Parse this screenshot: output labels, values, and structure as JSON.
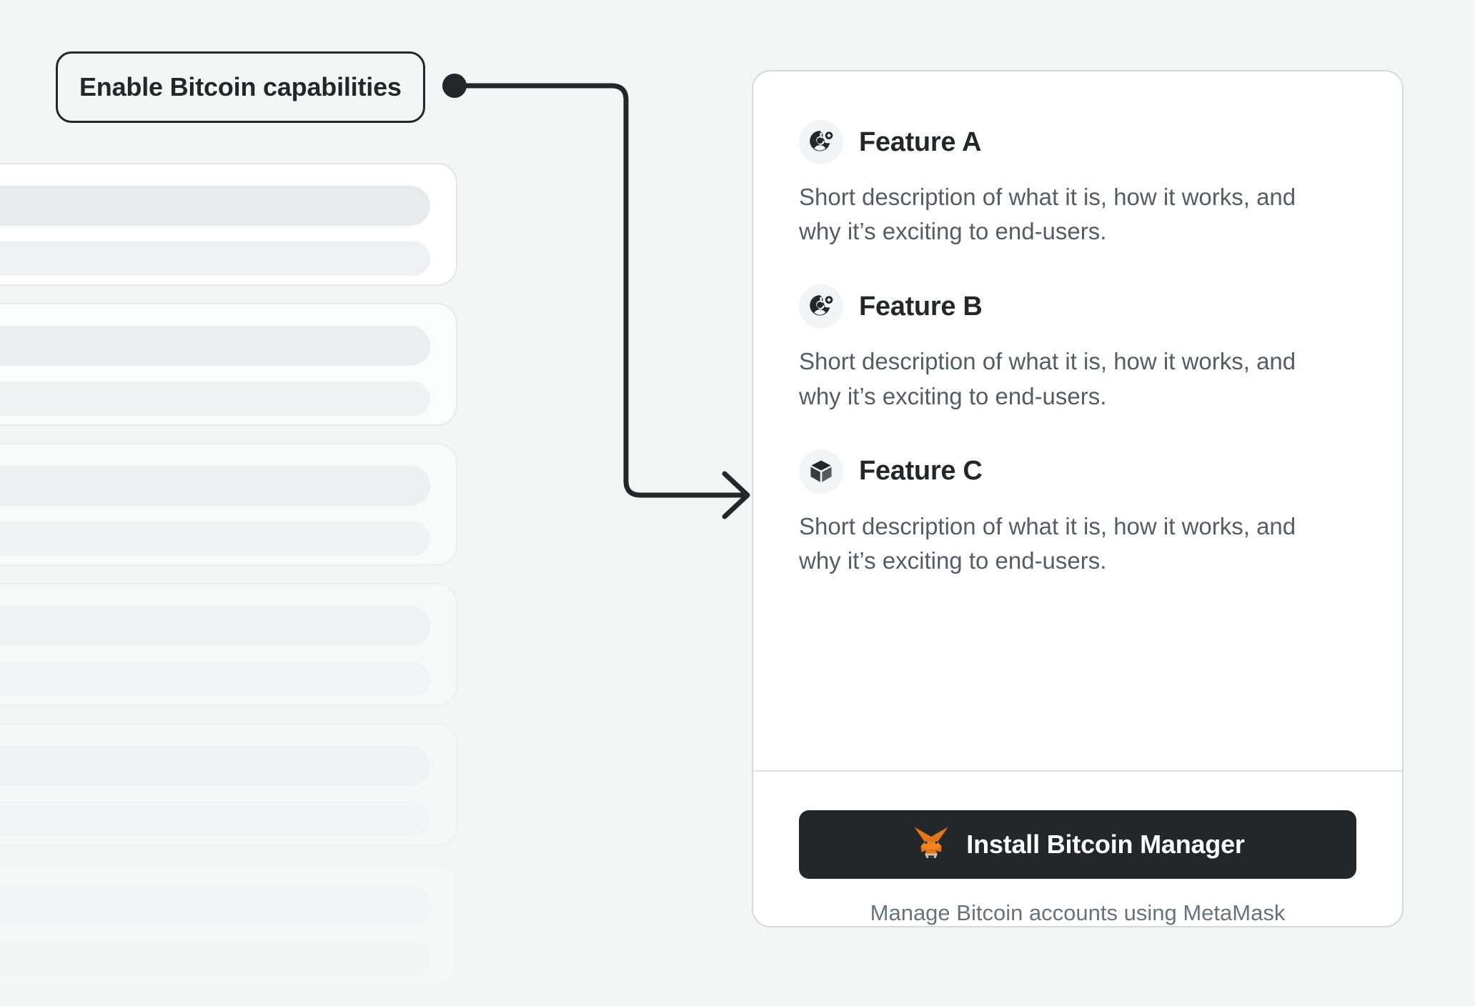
{
  "page": {
    "background_color": "#f4f5f5"
  },
  "callout": {
    "label": "Enable Bitcoin capabilities",
    "border_color": "#24272a",
    "connector_color": "#24272a"
  },
  "skeleton": {
    "card_count": 6,
    "bar_color": "#e9eaec",
    "card_background": "#ffffff"
  },
  "card": {
    "background_color": "#ffffff",
    "border_color": "#d6d9dc",
    "features": [
      {
        "icon": "user-add-icon",
        "title": "Feature A",
        "description": "Short description of what it is, how it works, and why it’s exciting to end-users."
      },
      {
        "icon": "user-add-icon",
        "title": "Feature B",
        "description": "Short description of what it is, how it works, and why it’s exciting to end-users."
      },
      {
        "icon": "cube-icon",
        "title": "Feature C",
        "description": "Short description of what it is, how it works, and why it’s exciting to end-users."
      }
    ],
    "footer": {
      "install_button_label": "Install Bitcoin Manager",
      "install_button_icon": "metamask-fox-icon",
      "install_button_color": "#24272a",
      "subtitle": "Manage Bitcoin accounts using MetaMask"
    }
  }
}
